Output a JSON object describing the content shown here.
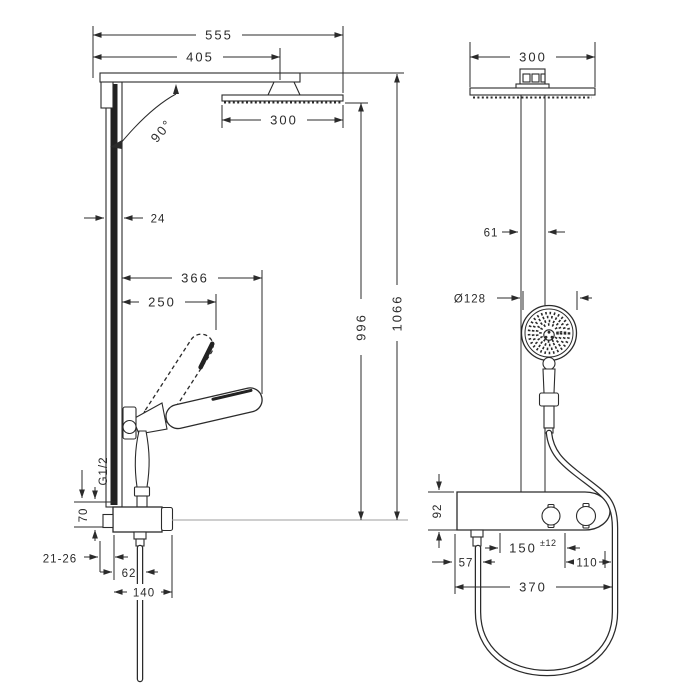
{
  "drawing": {
    "type": "technical-dimension-drawing",
    "subject": "shower-pipe-system-with-overhead-and-hand-shower",
    "colors": {
      "background": "#ffffff",
      "line": "#2b2b2b",
      "centerline": "#9c9c9c"
    },
    "side_view": {
      "width_total": "555",
      "width_arm": "405",
      "head_width": "300",
      "arm_angle": "90°",
      "bar_depth": "24",
      "reach_max": "366",
      "reach_min": "250",
      "thread": "G1/2",
      "outlet_offset": "70",
      "wall_distance": "21-26",
      "hose_offset": "62",
      "valve_depth": "140",
      "height_to_head": "996",
      "height_total": "1066"
    },
    "front_view": {
      "head_width": "300",
      "pipe_width": "61",
      "handshower_diameter": "Ø128",
      "valve_height": "92",
      "offset_left": "57",
      "connection_spacing": "150",
      "connection_tolerance": "±12",
      "offset_right": "110",
      "valve_width": "370"
    }
  }
}
